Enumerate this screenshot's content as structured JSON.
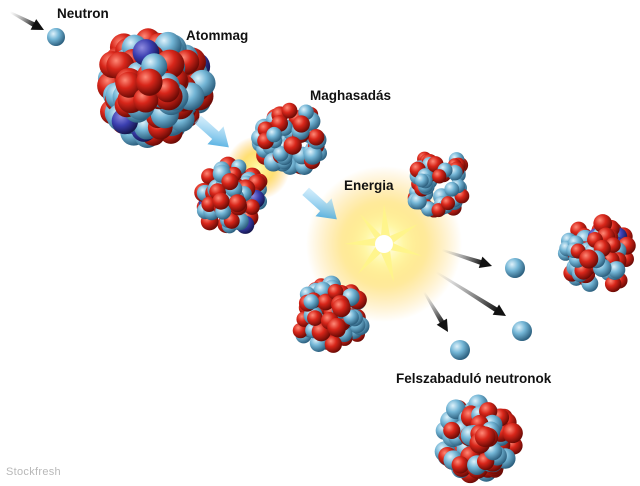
{
  "labels": {
    "neutron": "Neutron",
    "nucleus": "Atommag",
    "fission": "Maghasadás",
    "energy": "Energia",
    "released_neutrons": "Felszabaduló neutronok"
  },
  "watermark": "Stockfresh",
  "colors": {
    "proton": "#d42a1c",
    "neutron": "#6fb0d2",
    "nucleon_dark": "#2a3f9a",
    "arrow_blue": "#3ba7dd",
    "arrow_dark": "#222222",
    "energy_flash": "#ffe54a"
  }
}
